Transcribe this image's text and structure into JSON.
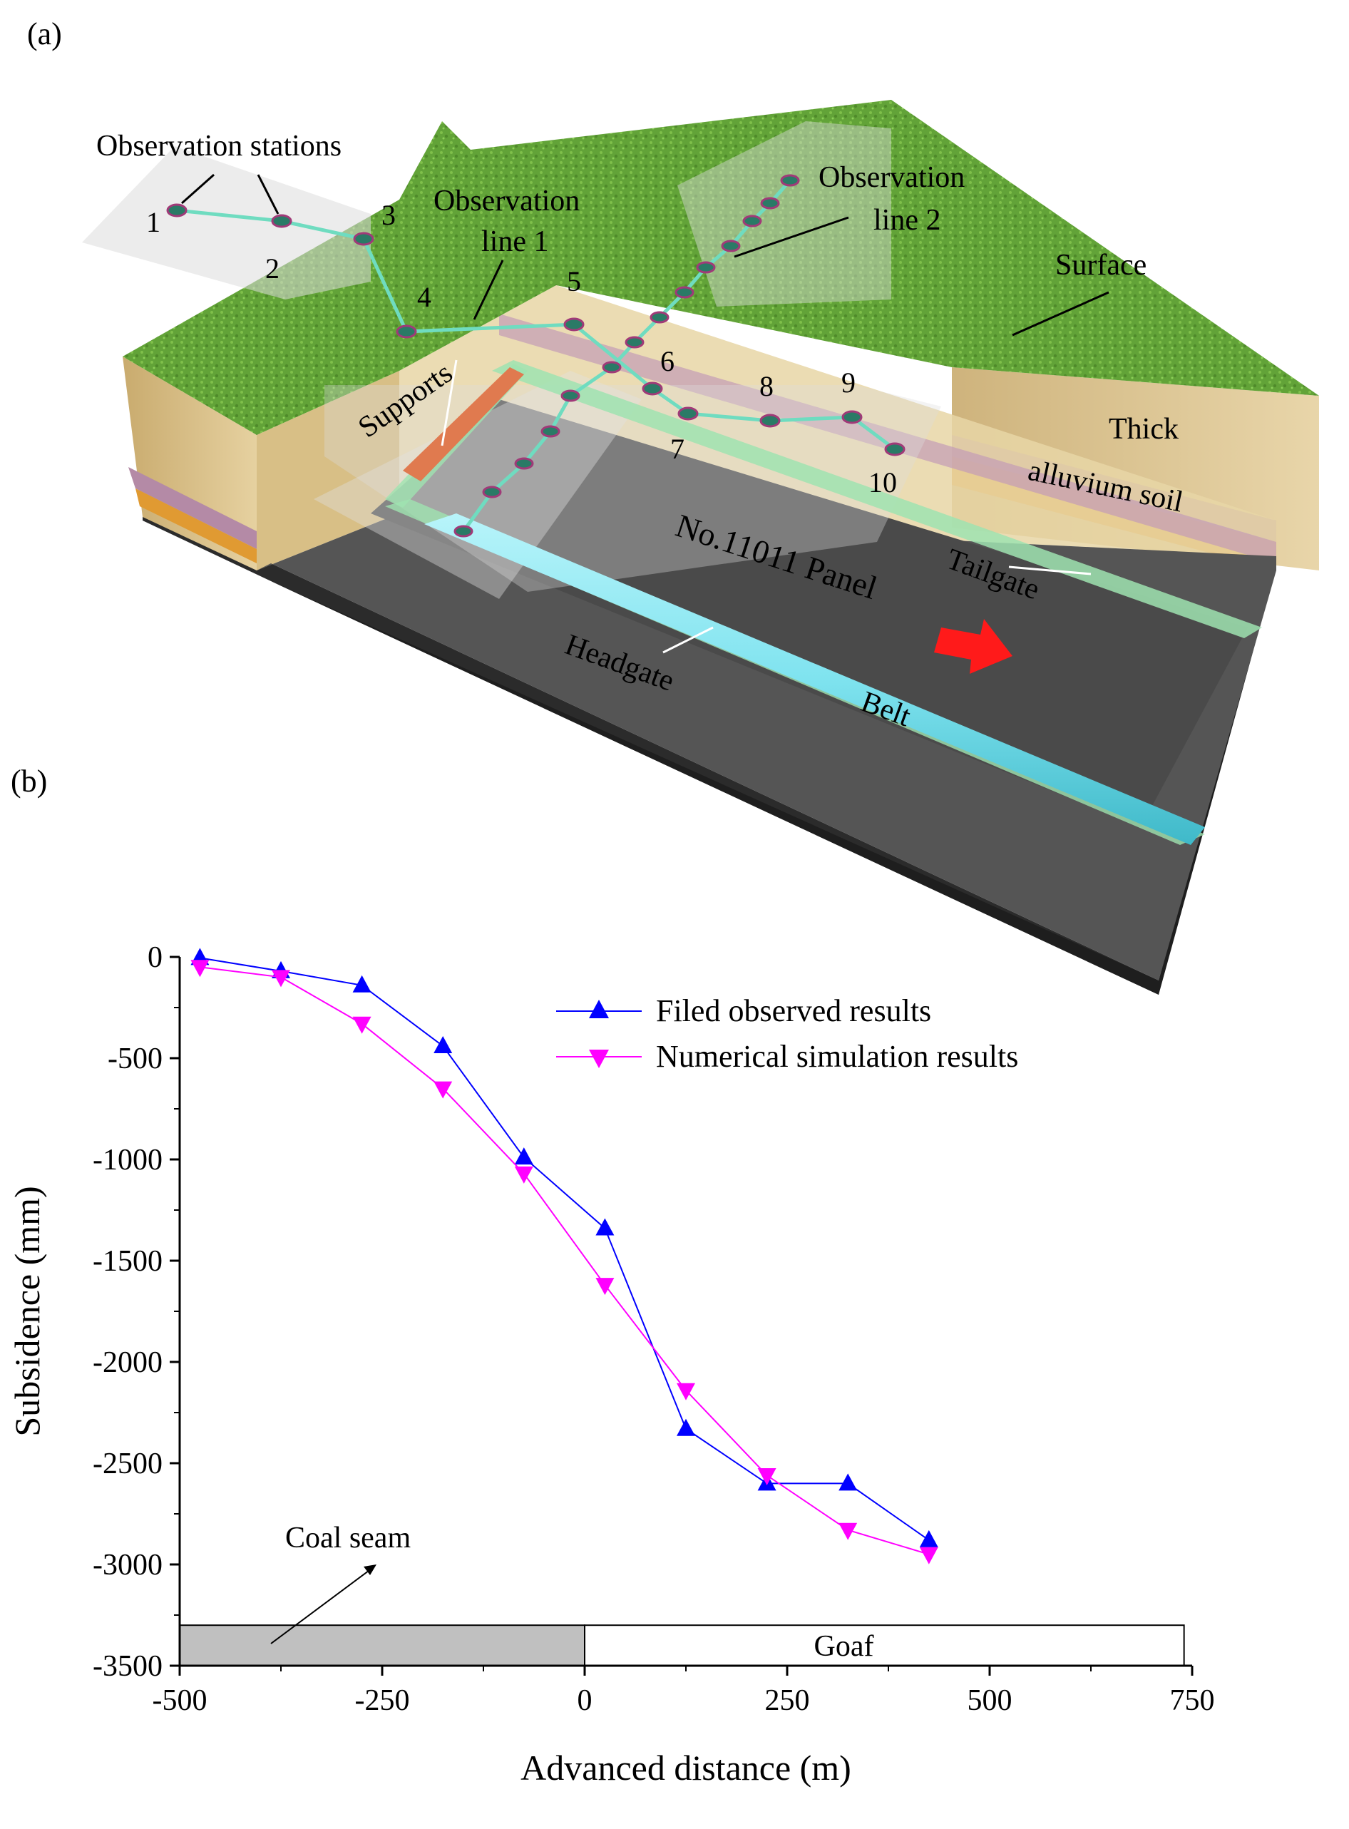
{
  "panel_a": {
    "label": "(a)",
    "labels": {
      "observation_stations": "Observation stations",
      "observation_line_1_a": "Observation",
      "observation_line_1_b": "line 1",
      "observation_line_2_a": "Observation",
      "observation_line_2_b": "line 2",
      "surface": "Surface",
      "supports": "Supports",
      "thick_a": "Thick",
      "thick_b": "alluvium soil",
      "panel": "No.11011 Panel",
      "tailgate": "Tailgate",
      "headgate": "Headgate",
      "belt": "Belt"
    },
    "stations": [
      "1",
      "2",
      "3",
      "4",
      "5",
      "6",
      "7",
      "8",
      "9",
      "10"
    ],
    "colors": {
      "grass": "#5f9e35",
      "soil": "#d6bb80",
      "layer_purple": "#b48aa6",
      "layer_orange": "#e09a32",
      "coal": "#555555",
      "belt": "#7fe3ef",
      "supports": "#e07a4f",
      "arrow": "#ff1a1a",
      "station": "#2a7a66",
      "station_line": "#6fdcc0"
    }
  },
  "panel_b": {
    "label": "(b)",
    "coal_seam_label": "Coal seam",
    "goaf_label": "Goaf",
    "chart_data": {
      "type": "line",
      "xlabel": "Advanced distance (m)",
      "ylabel": "Subsidence (mm)",
      "xlim": [
        -500,
        750
      ],
      "ylim": [
        -3500,
        0
      ],
      "xticks": [
        -500,
        -250,
        0,
        250,
        500,
        750
      ],
      "yticks": [
        0,
        -500,
        -1000,
        -1500,
        -2000,
        -2500,
        -3000,
        -3500
      ],
      "legend_position": "top-right",
      "series": [
        {
          "name": "Filed observed results",
          "color": "#0000ff",
          "marker": "triangle-up",
          "x": [
            -475,
            -375,
            -275,
            -175,
            -75,
            25,
            125,
            225,
            325,
            425
          ],
          "y": [
            -5,
            -70,
            -140,
            -440,
            -990,
            -1340,
            -2330,
            -2600,
            -2600,
            -2880
          ]
        },
        {
          "name": "Numerical simulation results",
          "color": "#ff00ff",
          "marker": "triangle-down",
          "x": [
            -475,
            -375,
            -275,
            -175,
            -75,
            25,
            125,
            225,
            325,
            425
          ],
          "y": [
            -50,
            -100,
            -330,
            -650,
            -1070,
            -1620,
            -2140,
            -2560,
            -2830,
            -2950
          ]
        }
      ]
    }
  }
}
